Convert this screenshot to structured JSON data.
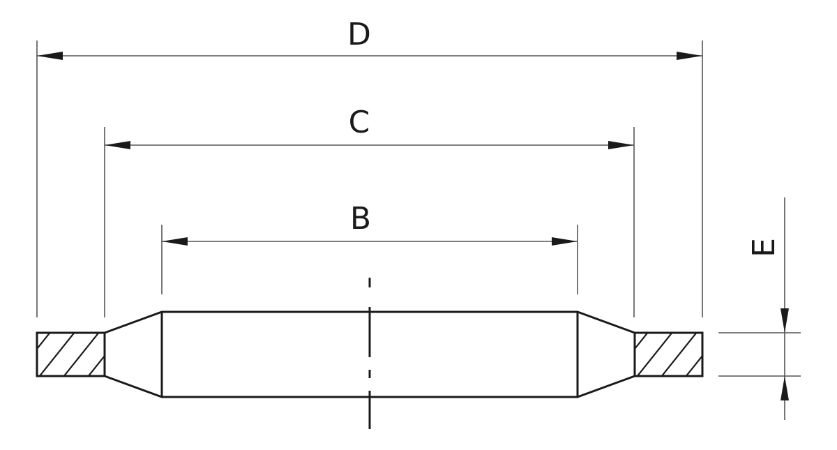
{
  "dimensions": {
    "D": "D",
    "C": "C",
    "B": "B",
    "E": "E"
  },
  "colors": {
    "line": "#1a1a1a",
    "extension": "#555555",
    "background": "#ffffff"
  }
}
